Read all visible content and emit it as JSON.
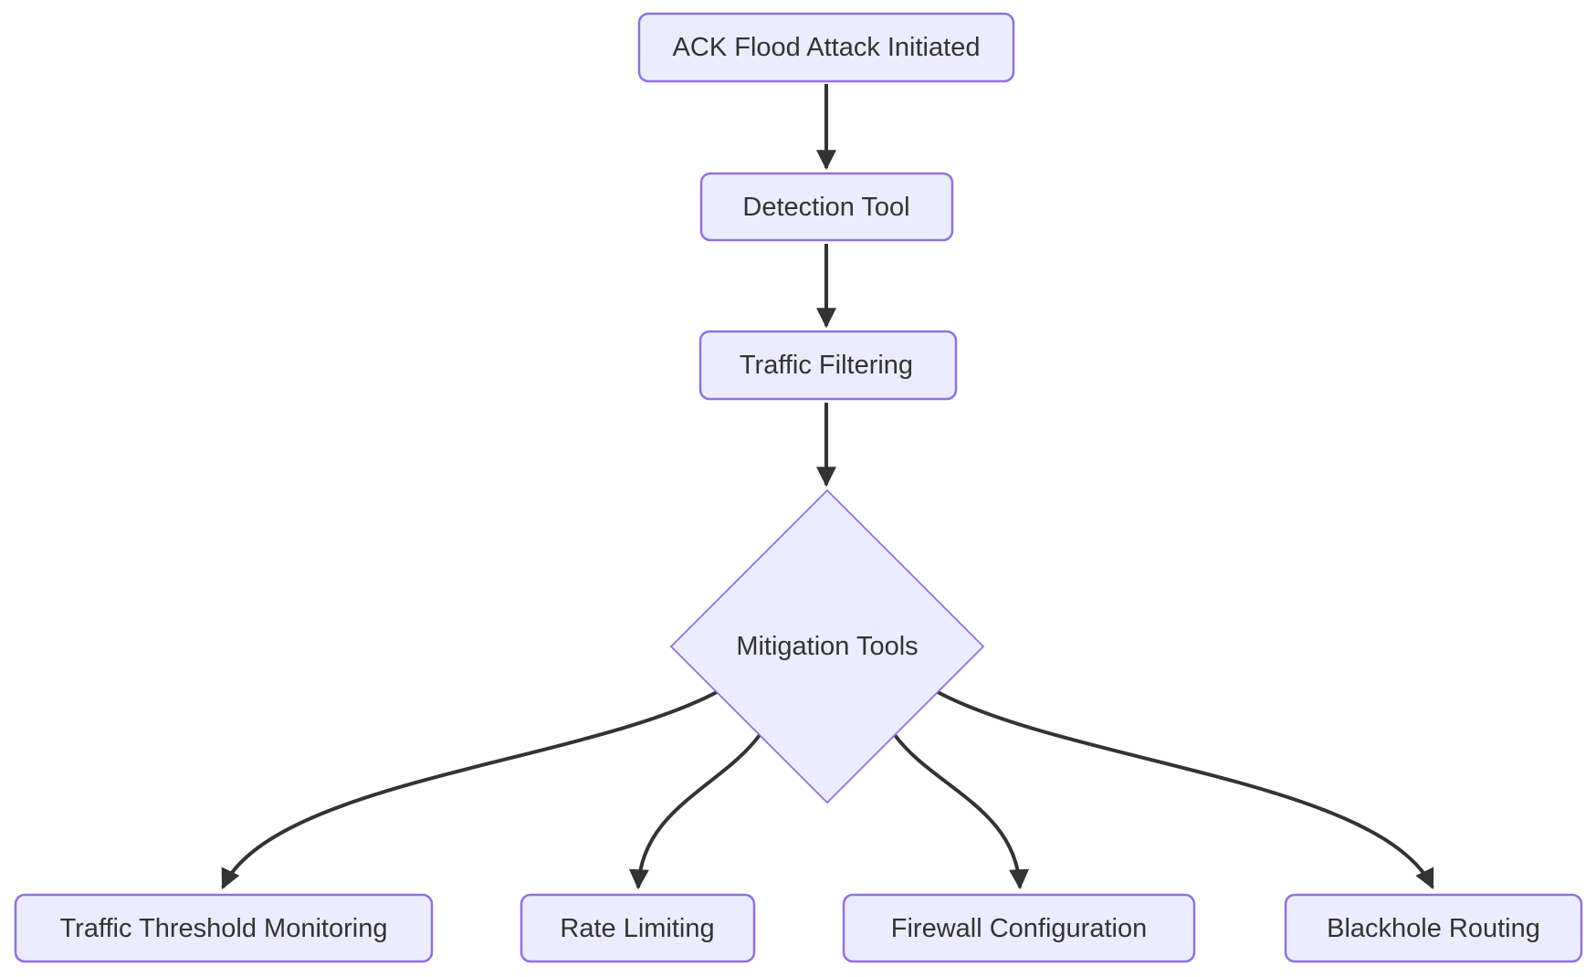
{
  "diagram": {
    "type": "flowchart",
    "direction": "top-down",
    "colors": {
      "node_fill": "#ECECFF",
      "node_border": "#9370DB",
      "edge": "#333333",
      "text": "#333333",
      "background": "#FFFFFF"
    },
    "nodes": [
      {
        "id": "attack",
        "label": "ACK Flood Attack Initiated",
        "shape": "rounded-rect"
      },
      {
        "id": "detection",
        "label": "Detection Tool",
        "shape": "rounded-rect"
      },
      {
        "id": "filtering",
        "label": "Traffic Filtering",
        "shape": "rounded-rect"
      },
      {
        "id": "mitigation",
        "label": "Mitigation Tools",
        "shape": "diamond"
      },
      {
        "id": "threshold",
        "label": "Traffic Threshold Monitoring",
        "shape": "rounded-rect"
      },
      {
        "id": "rate",
        "label": "Rate Limiting",
        "shape": "rounded-rect"
      },
      {
        "id": "firewall",
        "label": "Firewall Configuration",
        "shape": "rounded-rect"
      },
      {
        "id": "blackhole",
        "label": "Blackhole Routing",
        "shape": "rounded-rect"
      }
    ],
    "edges": [
      {
        "from": "attack",
        "to": "detection"
      },
      {
        "from": "detection",
        "to": "filtering"
      },
      {
        "from": "filtering",
        "to": "mitigation"
      },
      {
        "from": "mitigation",
        "to": "threshold"
      },
      {
        "from": "mitigation",
        "to": "rate"
      },
      {
        "from": "mitigation",
        "to": "firewall"
      },
      {
        "from": "mitigation",
        "to": "blackhole"
      }
    ]
  }
}
